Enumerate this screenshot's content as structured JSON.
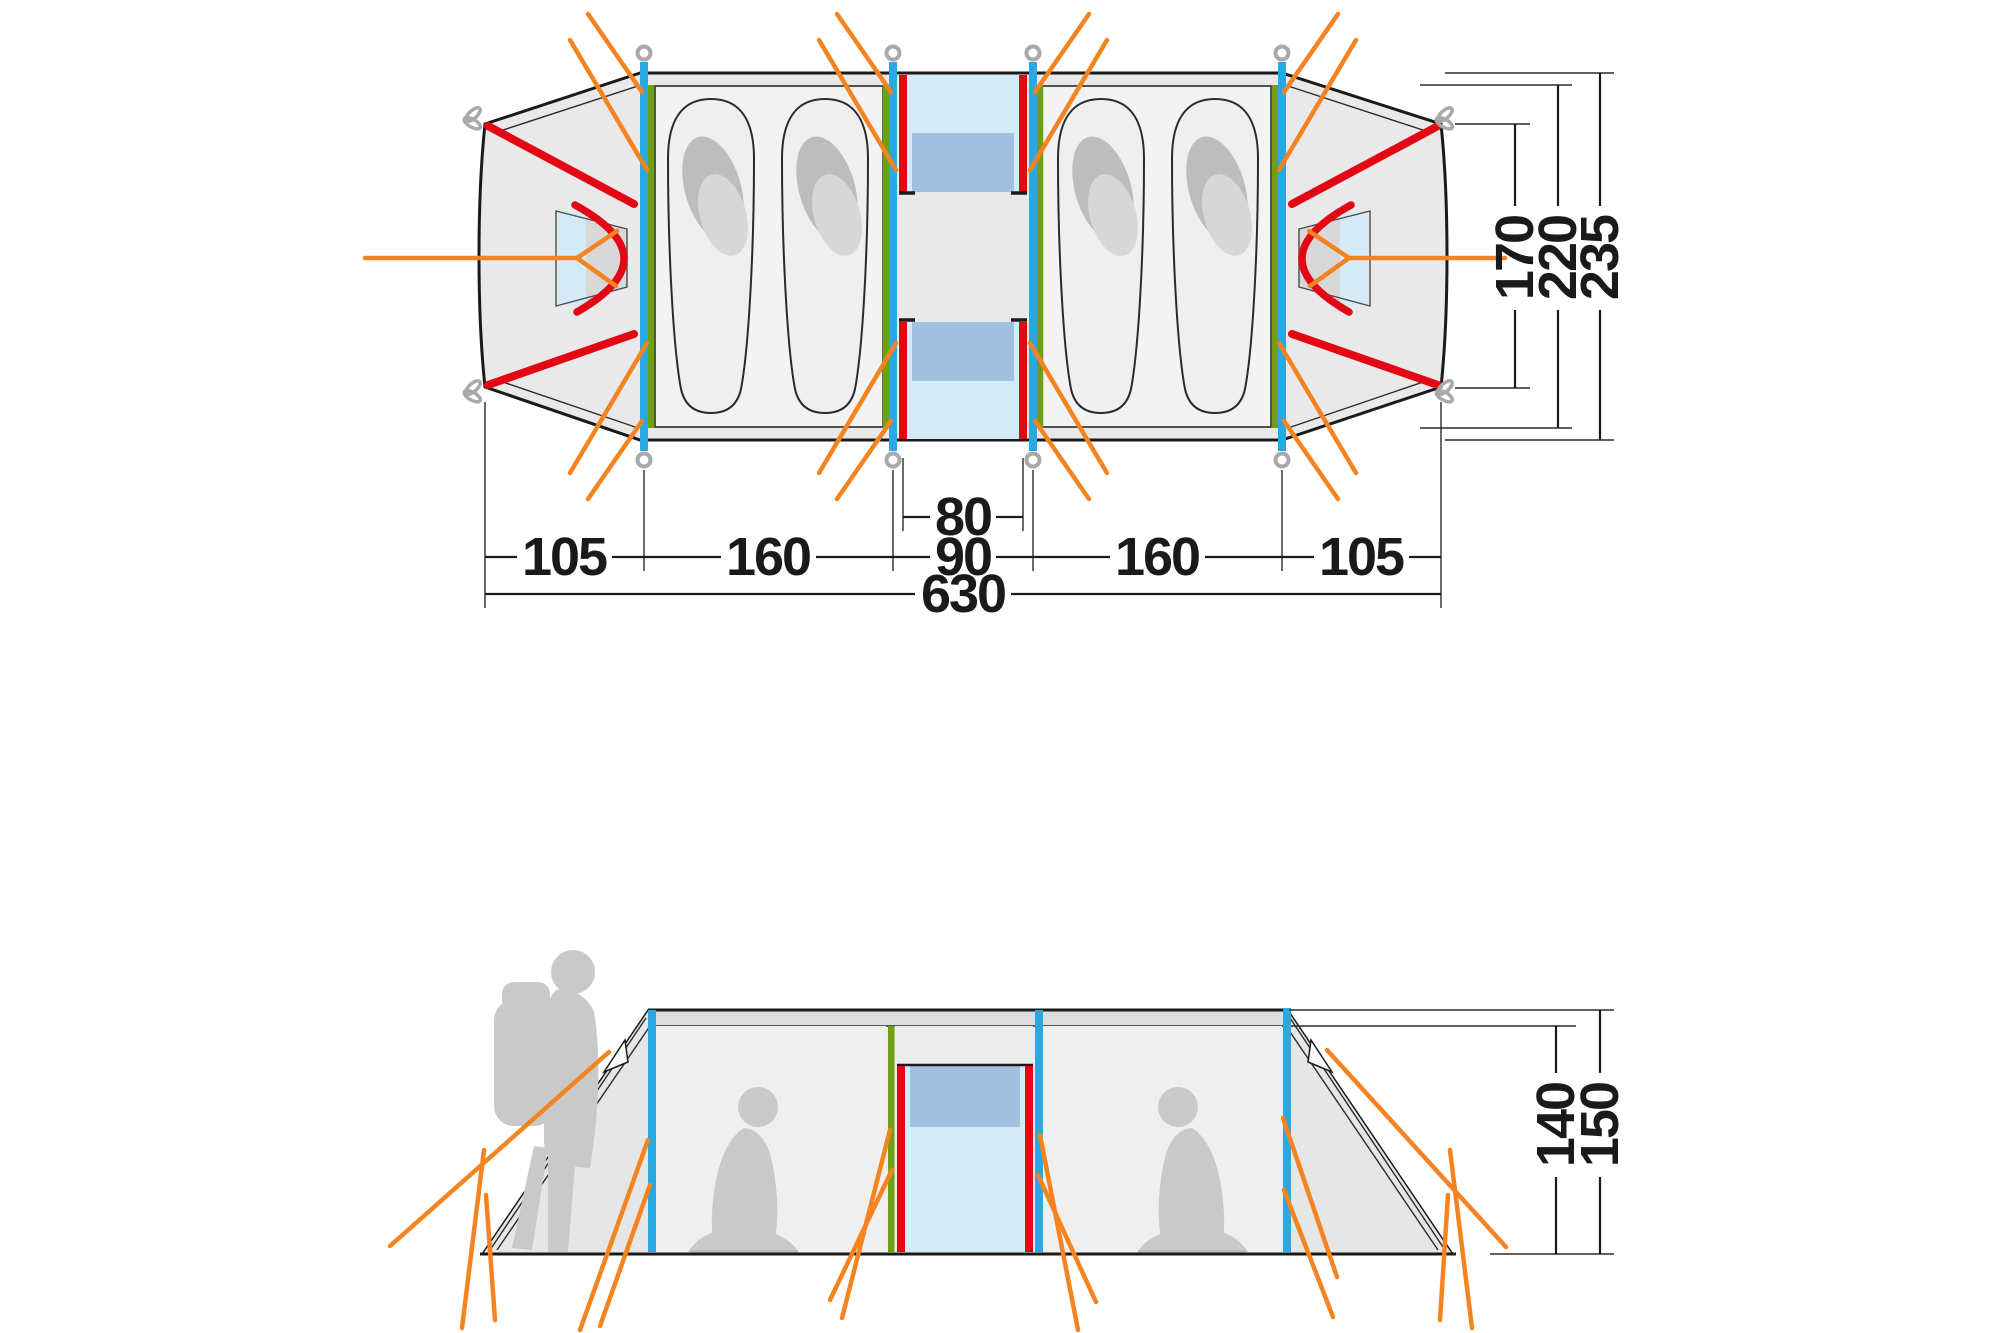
{
  "colors": {
    "orange": "#F5831F",
    "red": "#E30613",
    "blue": "#29A8E1",
    "green": "#6FA014",
    "line": "#1A1A1A",
    "fabric": "#E9E9E9",
    "fabric_dark": "#E3E3E3",
    "floor": "#F3F3F3",
    "mesh_light": "#D5EAF7",
    "mesh_dark": "#A2C0E0",
    "silhouette": "#C9C9C9",
    "loop": "#A9A9A9"
  },
  "dims": {
    "top": {
      "widths": [
        "105",
        "160",
        "90",
        "160",
        "105"
      ],
      "door": "80",
      "total": "630",
      "depths": [
        "170",
        "220",
        "235"
      ]
    },
    "side": {
      "heights": [
        "140",
        "150"
      ]
    }
  }
}
